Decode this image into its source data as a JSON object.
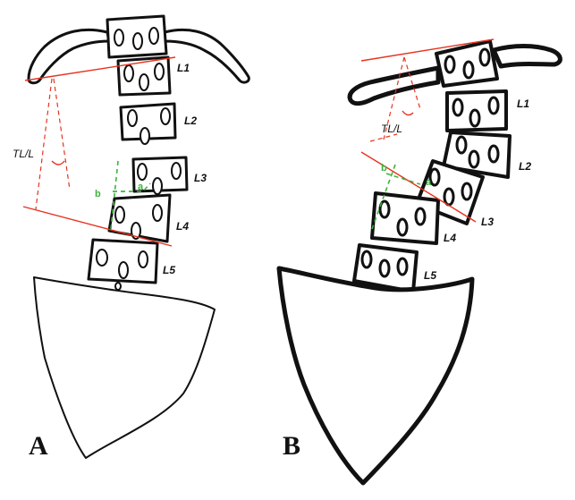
{
  "panels": [
    {
      "letter": "A",
      "vertebrae": [
        "L1",
        "L2",
        "L3",
        "L4",
        "L5"
      ],
      "angle_label": "TL/L",
      "marker_a": "a",
      "marker_b": "b"
    },
    {
      "letter": "B",
      "vertebrae": [
        "L1",
        "L2",
        "L3",
        "L4",
        "L5"
      ],
      "angle_label": "TL/L",
      "marker_a": "a",
      "marker_b": "b"
    }
  ],
  "colors": {
    "outline": "#111111",
    "measurement_red": "#e8321e",
    "measurement_green": "#3db43d"
  }
}
